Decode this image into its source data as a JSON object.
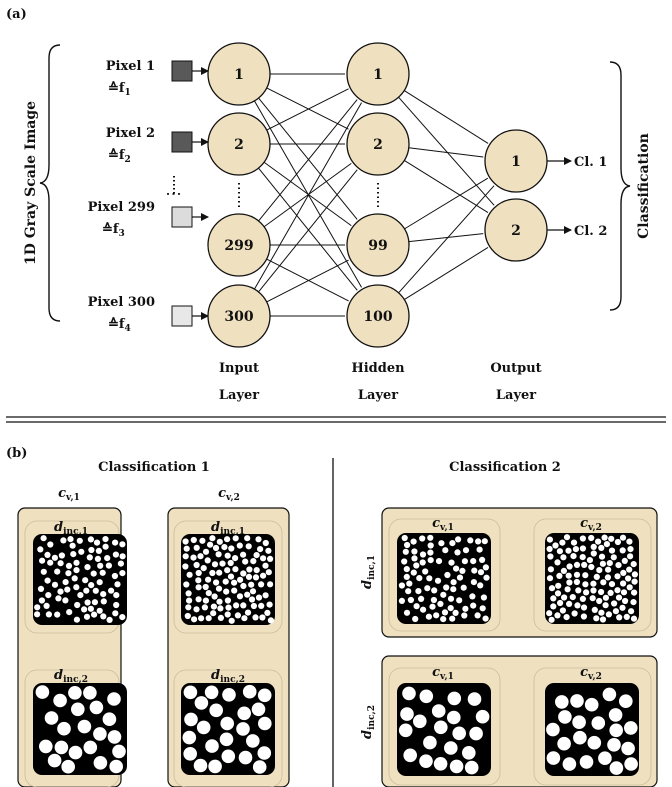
{
  "panel_a": {
    "label": "(a)",
    "side_label": "1D Gray Scale Image",
    "right_label": "Classification",
    "pixels": [
      {
        "name": "Pixel 1",
        "f": "≙f",
        "sub": "1",
        "shade": "#595959"
      },
      {
        "name": "Pixel 2",
        "f": "≙f",
        "sub": "2",
        "shade": "#595959"
      },
      {
        "name": "Pixel 299",
        "f": "≙f",
        "sub": "3",
        "shade": "#dcdcdc"
      },
      {
        "name": "Pixel 300",
        "f": "≙f",
        "sub": "4",
        "shade": "#e8e8e8"
      }
    ],
    "input_nodes": [
      "1",
      "2",
      "299",
      "300"
    ],
    "hidden_nodes": [
      "1",
      "2",
      "99",
      "100"
    ],
    "output_nodes": [
      "1",
      "2"
    ],
    "classes": [
      "Cl. 1",
      "Cl. 2"
    ],
    "layer_labels": [
      {
        "l1": "Input",
        "l2": "Layer"
      },
      {
        "l1": "Hidden",
        "l2": "Layer"
      },
      {
        "l1": "Output",
        "l2": "Layer"
      }
    ]
  },
  "panel_b": {
    "label": "(b)",
    "class1_title": "Classification 1",
    "class2_title": "Classification 2",
    "cv1": {
      "main": "c",
      "sub": "v,1"
    },
    "cv2": {
      "main": "c",
      "sub": "v,2"
    },
    "dinc1": {
      "main": "d",
      "sub": "inc,1"
    },
    "dinc2": {
      "main": "d",
      "sub": "inc,2"
    }
  },
  "colors": {
    "node_fill": "#efe1c0",
    "panel_fill": "#efe1c0",
    "stroke": "#111111"
  }
}
